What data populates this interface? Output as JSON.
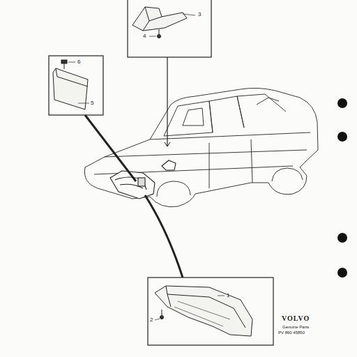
{
  "diagram": {
    "labels": [
      "3",
      "4",
      "6",
      "5",
      "1",
      "2",
      "VOLVO",
      "Genuine Parts",
      "PV 860 45850"
    ]
  }
}
